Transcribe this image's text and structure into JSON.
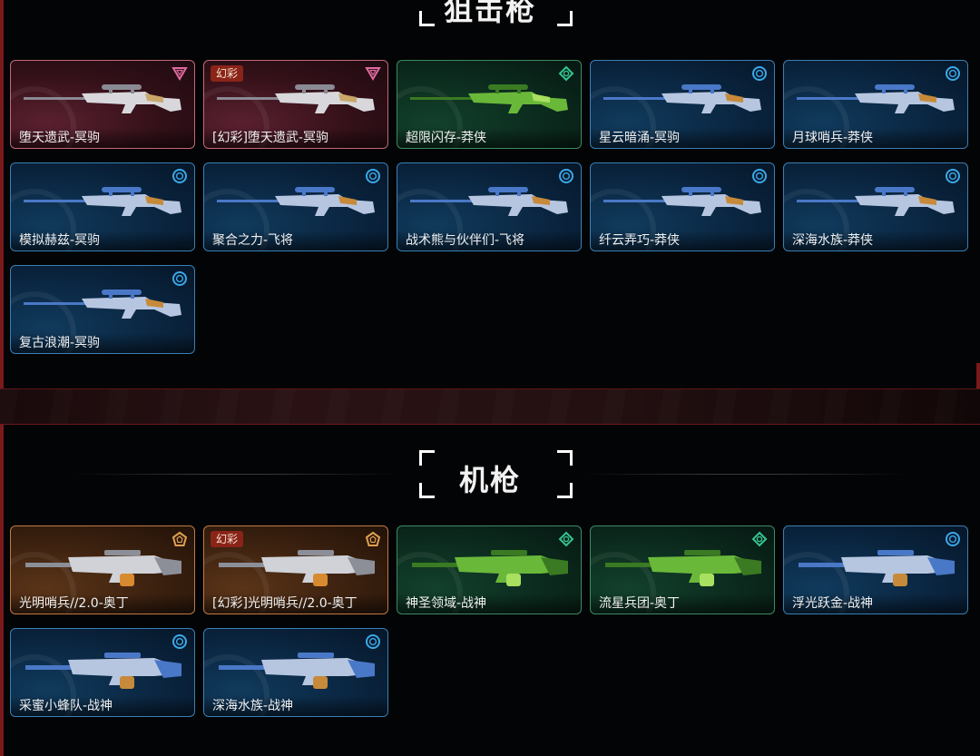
{
  "colors": {
    "tier_pink": "#e06aa0",
    "tier_green": "#34c490",
    "tier_blue": "#3aa8e8",
    "tier_orange": "#e0a050",
    "badge": "#8a2418"
  },
  "sections": [
    {
      "title": "狙击枪",
      "cards": [
        {
          "name": "堕天遗武-冥驹",
          "tier": "pink",
          "icon": "triangle-tier-icon"
        },
        {
          "name": "[幻彩]堕天遗武-冥驹",
          "tier": "pink",
          "icon": "triangle-tier-icon",
          "badge": "幻彩"
        },
        {
          "name": "超限闪存-莽侠",
          "tier": "green",
          "icon": "diamond-tier-icon"
        },
        {
          "name": "星云暗涌-冥驹",
          "tier": "blue",
          "icon": "circle-tier-icon"
        },
        {
          "name": "月球哨兵-莽侠",
          "tier": "blue",
          "icon": "circle-tier-icon"
        },
        {
          "name": "模拟赫兹-冥驹",
          "tier": "blue",
          "icon": "circle-tier-icon"
        },
        {
          "name": "聚合之力-飞将",
          "tier": "blue",
          "icon": "circle-tier-icon"
        },
        {
          "name": "战术熊与伙伴们-飞将",
          "tier": "blue",
          "icon": "circle-tier-icon"
        },
        {
          "name": "纤云弄巧-莽侠",
          "tier": "blue",
          "icon": "circle-tier-icon"
        },
        {
          "name": "深海水族-莽侠",
          "tier": "blue",
          "icon": "circle-tier-icon"
        },
        {
          "name": "复古浪潮-冥驹",
          "tier": "blue",
          "icon": "circle-tier-icon"
        }
      ]
    },
    {
      "title": "机枪",
      "cards": [
        {
          "name": "光明哨兵//2.0-奥丁",
          "tier": "orange",
          "icon": "pentagon-tier-icon"
        },
        {
          "name": "[幻彩]光明哨兵//2.0-奥丁",
          "tier": "orange",
          "icon": "pentagon-tier-icon",
          "badge": "幻彩"
        },
        {
          "name": "神圣领域-战神",
          "tier": "green",
          "icon": "diamond-tier-icon"
        },
        {
          "name": "流星兵团-奥丁",
          "tier": "green",
          "icon": "diamond-tier-icon"
        },
        {
          "name": "浮光跃金-战神",
          "tier": "blue",
          "icon": "circle-tier-icon"
        },
        {
          "name": "采蜜小蜂队-战神",
          "tier": "blue",
          "icon": "circle-tier-icon"
        },
        {
          "name": "深海水族-战神",
          "tier": "blue",
          "icon": "circle-tier-icon"
        }
      ]
    }
  ]
}
